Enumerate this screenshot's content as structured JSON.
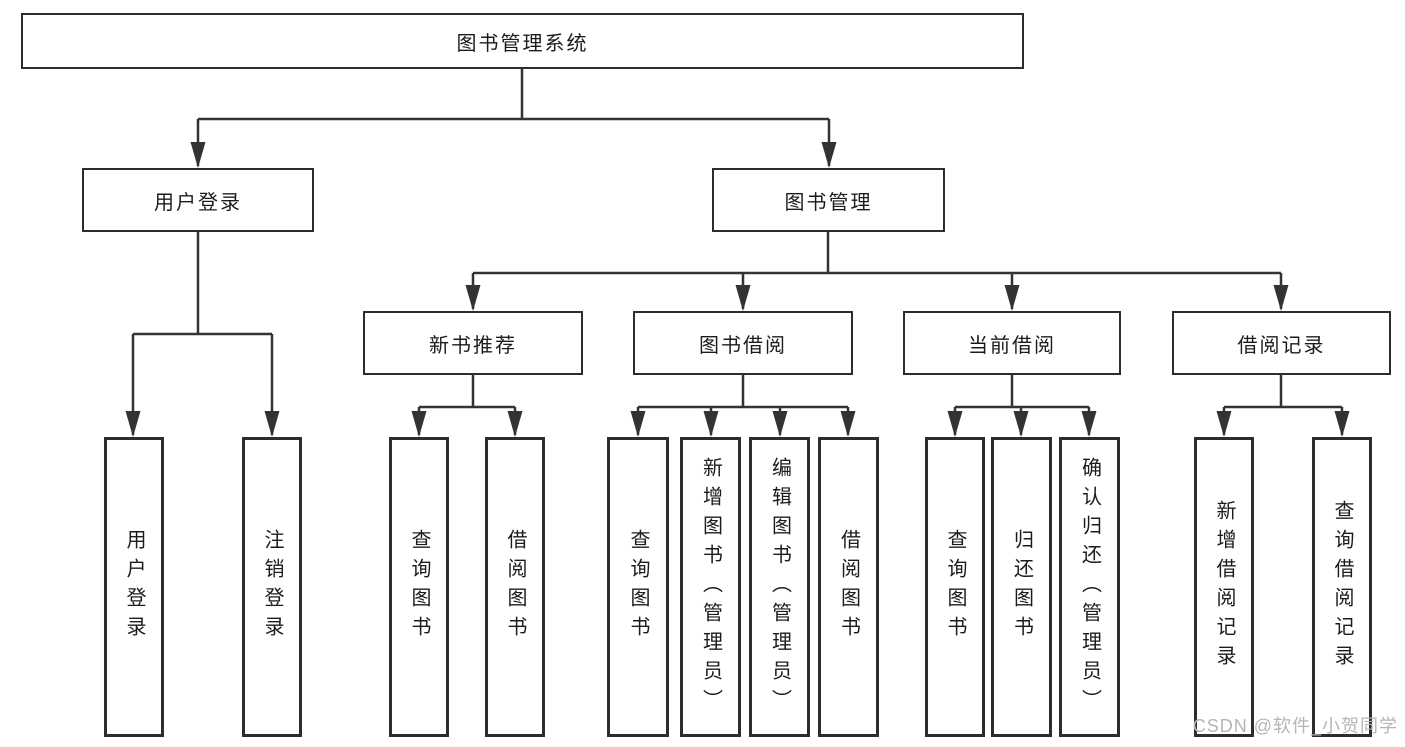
{
  "diagram": {
    "root": "图书管理系统",
    "modules": {
      "user_login": "用户登录",
      "book_management": "图书管理"
    },
    "book_management_children": {
      "new_book_recommend": "新书推荐",
      "book_borrow": "图书借阅",
      "current_borrow": "当前借阅",
      "borrow_records": "借阅记录"
    },
    "leaves": {
      "user_login": "用户登录",
      "logout": "注销登录",
      "query_books_a": "查询图书",
      "borrow_books_a": "借阅图书",
      "query_books_b": "查询图书",
      "add_books_admin": "新增图书（管理员）",
      "edit_books_admin": "编辑图书（管理员）",
      "borrow_books_b": "借阅图书",
      "query_books_c": "查询图书",
      "return_books": "归还图书",
      "confirm_return_admin": "确认归还（管理员）",
      "add_borrow_record": "新增借阅记录",
      "query_borrow_record": "查询借阅记录"
    }
  },
  "watermark": "CSDN @软件_小贺同学",
  "colors": {
    "line": "#333333",
    "box_border": "#2d2d2d",
    "text": "#1c1c1c",
    "watermark": "#b5b5b5",
    "background": "#ffffff"
  }
}
